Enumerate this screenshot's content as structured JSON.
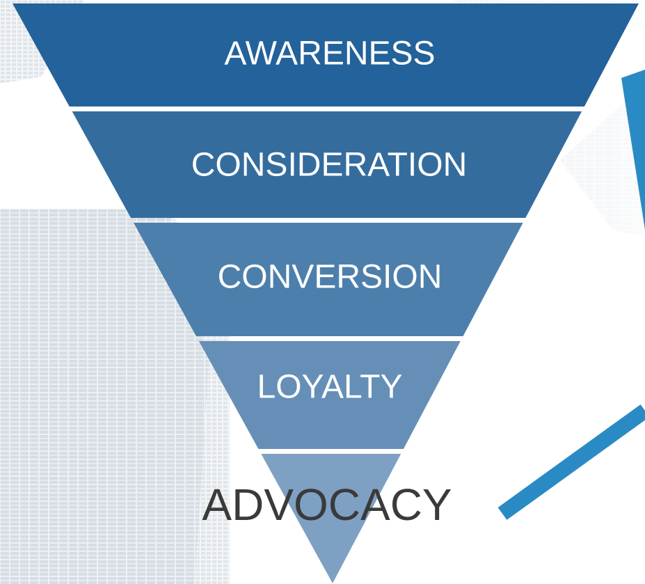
{
  "funnel": {
    "stages": [
      {
        "label": "AWARENESS",
        "color": "#23629a",
        "label_color": "#ffffff"
      },
      {
        "label": "CONSIDERATION",
        "color": "#346c9e",
        "label_color": "#ffffff"
      },
      {
        "label": "CONVERSION",
        "color": "#4d7fac",
        "label_color": "#ffffff"
      },
      {
        "label": "LOYALTY",
        "color": "#668fb7",
        "label_color": "#ffffff"
      },
      {
        "label": "ADVOCACY",
        "color": "#7ea0c3",
        "label_color": "#3a3a3a"
      }
    ]
  },
  "accent": {
    "arrow_color": "#2a8bc4"
  },
  "background": {
    "theme": "office-buildings",
    "tint": "#c6cfd8"
  }
}
